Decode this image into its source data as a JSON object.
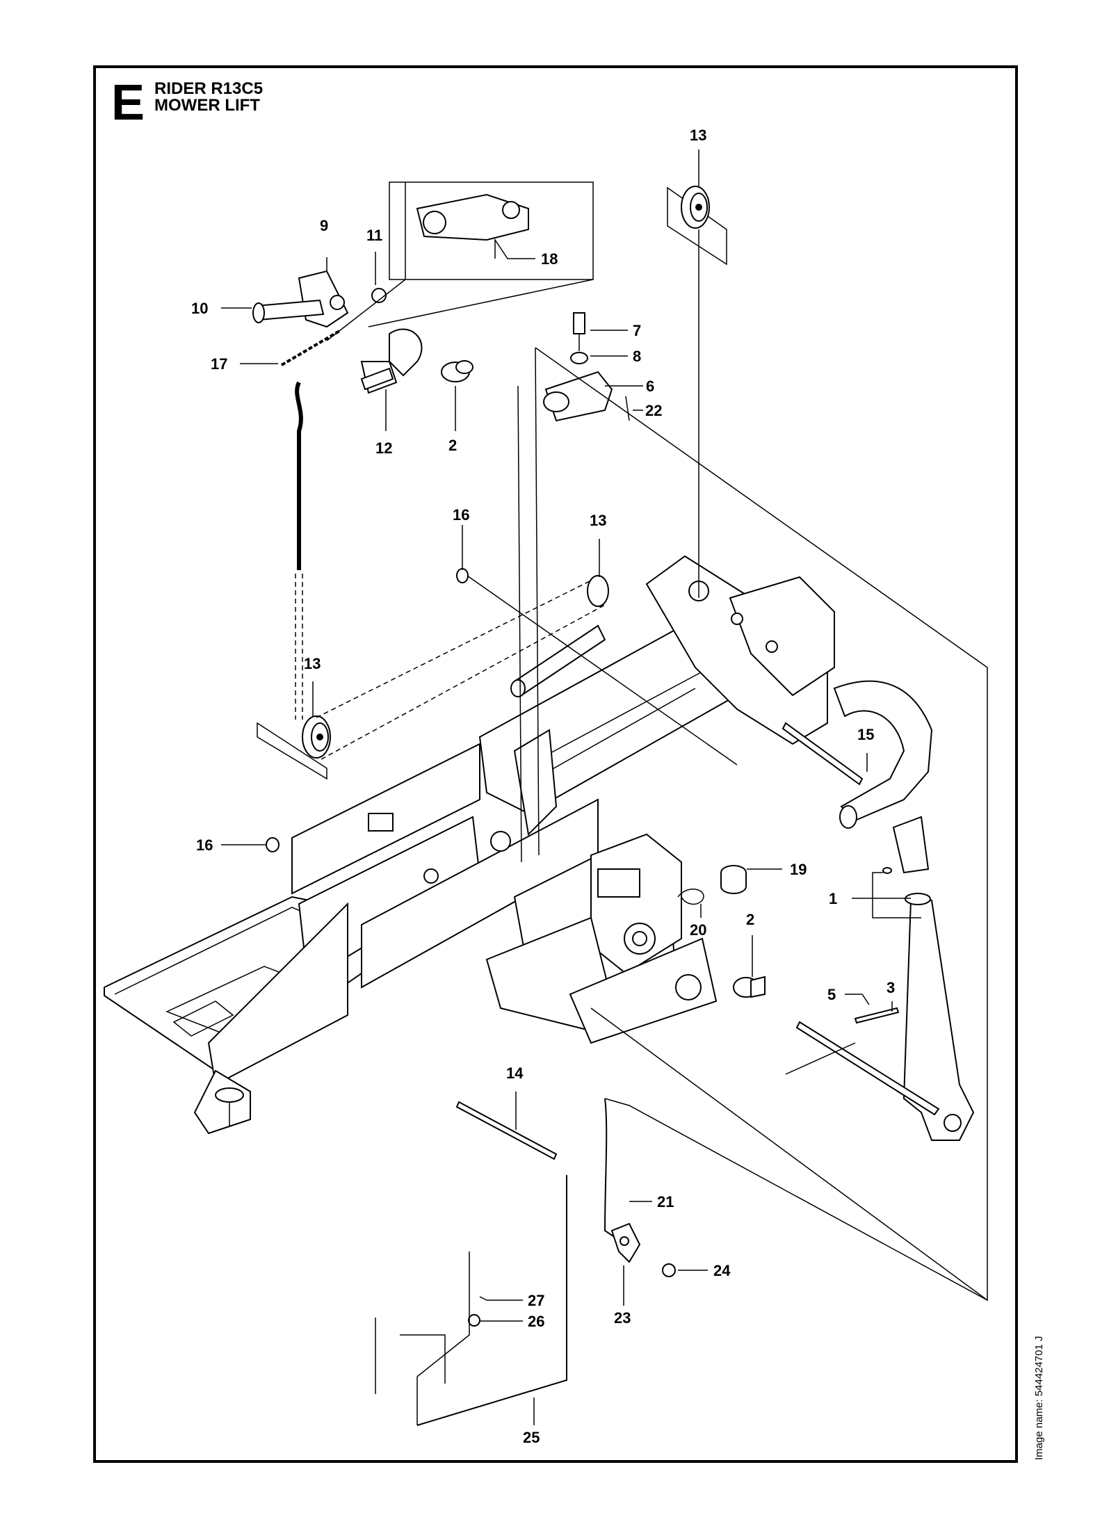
{
  "header": {
    "section_letter": "E",
    "model": "RIDER R13C5",
    "assembly": "MOWER LIFT"
  },
  "footer": {
    "image_name": "Image name: 544424701 J"
  },
  "callouts": {
    "c1": "1",
    "c2a": "2",
    "c2b": "2",
    "c3": "3",
    "c5": "5",
    "c6": "6",
    "c7": "7",
    "c8": "8",
    "c9": "9",
    "c10": "10",
    "c11": "11",
    "c12": "12",
    "c13a": "13",
    "c13b": "13",
    "c13c": "13",
    "c14": "14",
    "c15": "15",
    "c16a": "16",
    "c16b": "16",
    "c17": "17",
    "c18": "18",
    "c19": "19",
    "c20": "20",
    "c21": "21",
    "c22": "22",
    "c23": "23",
    "c24": "24",
    "c25": "25",
    "c26": "26",
    "c27": "27"
  }
}
